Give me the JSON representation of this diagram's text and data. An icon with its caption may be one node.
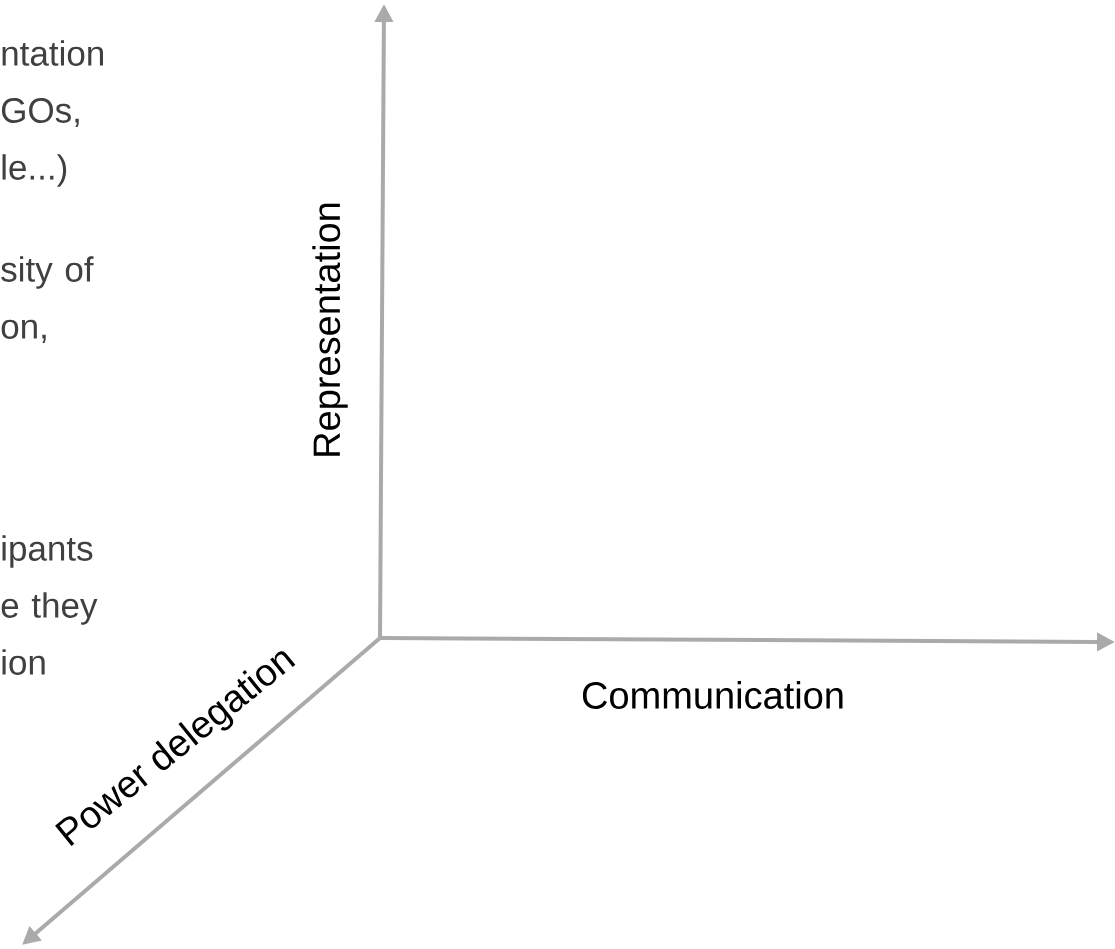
{
  "diagram": {
    "labels": [
      "ntation GOs, le...)",
      "sity of on,",
      "ipants e they ion",
      "Representation",
      "Communication",
      "Power delegation"
    ]
  }
}
